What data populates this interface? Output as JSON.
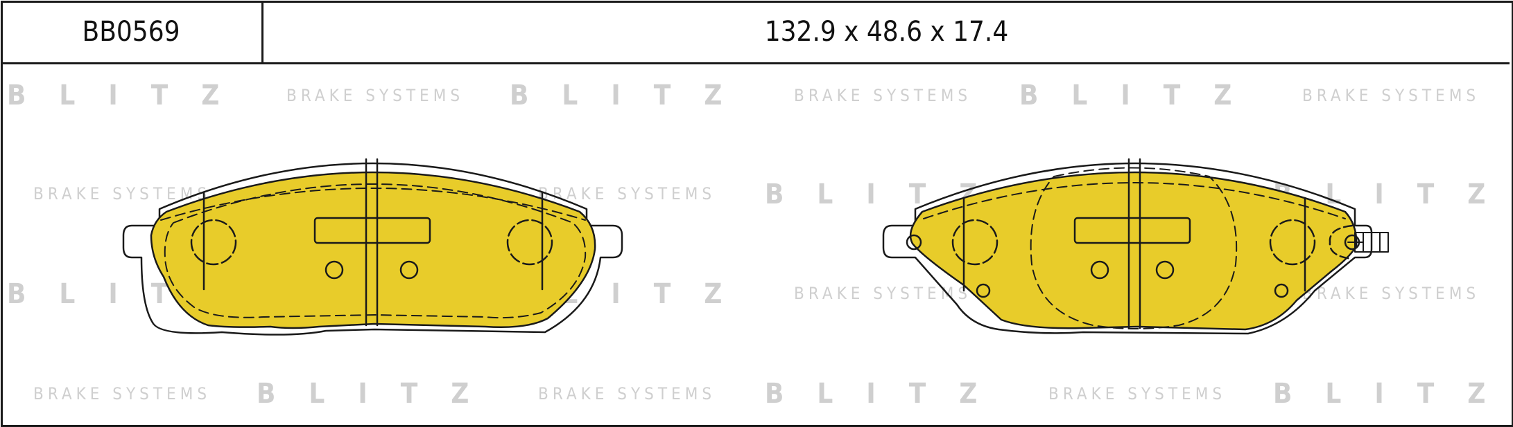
{
  "header": {
    "part_code": "BB0569",
    "dimensions": "132.9 x 48.6 x 17.4"
  },
  "watermark": {
    "brand": "BLITZ",
    "tagline": "BRAKE SYSTEMS",
    "color": "#cfcfcf"
  },
  "colors": {
    "pad_fill": "#e8cc2a",
    "outline": "#1a1a1a"
  }
}
